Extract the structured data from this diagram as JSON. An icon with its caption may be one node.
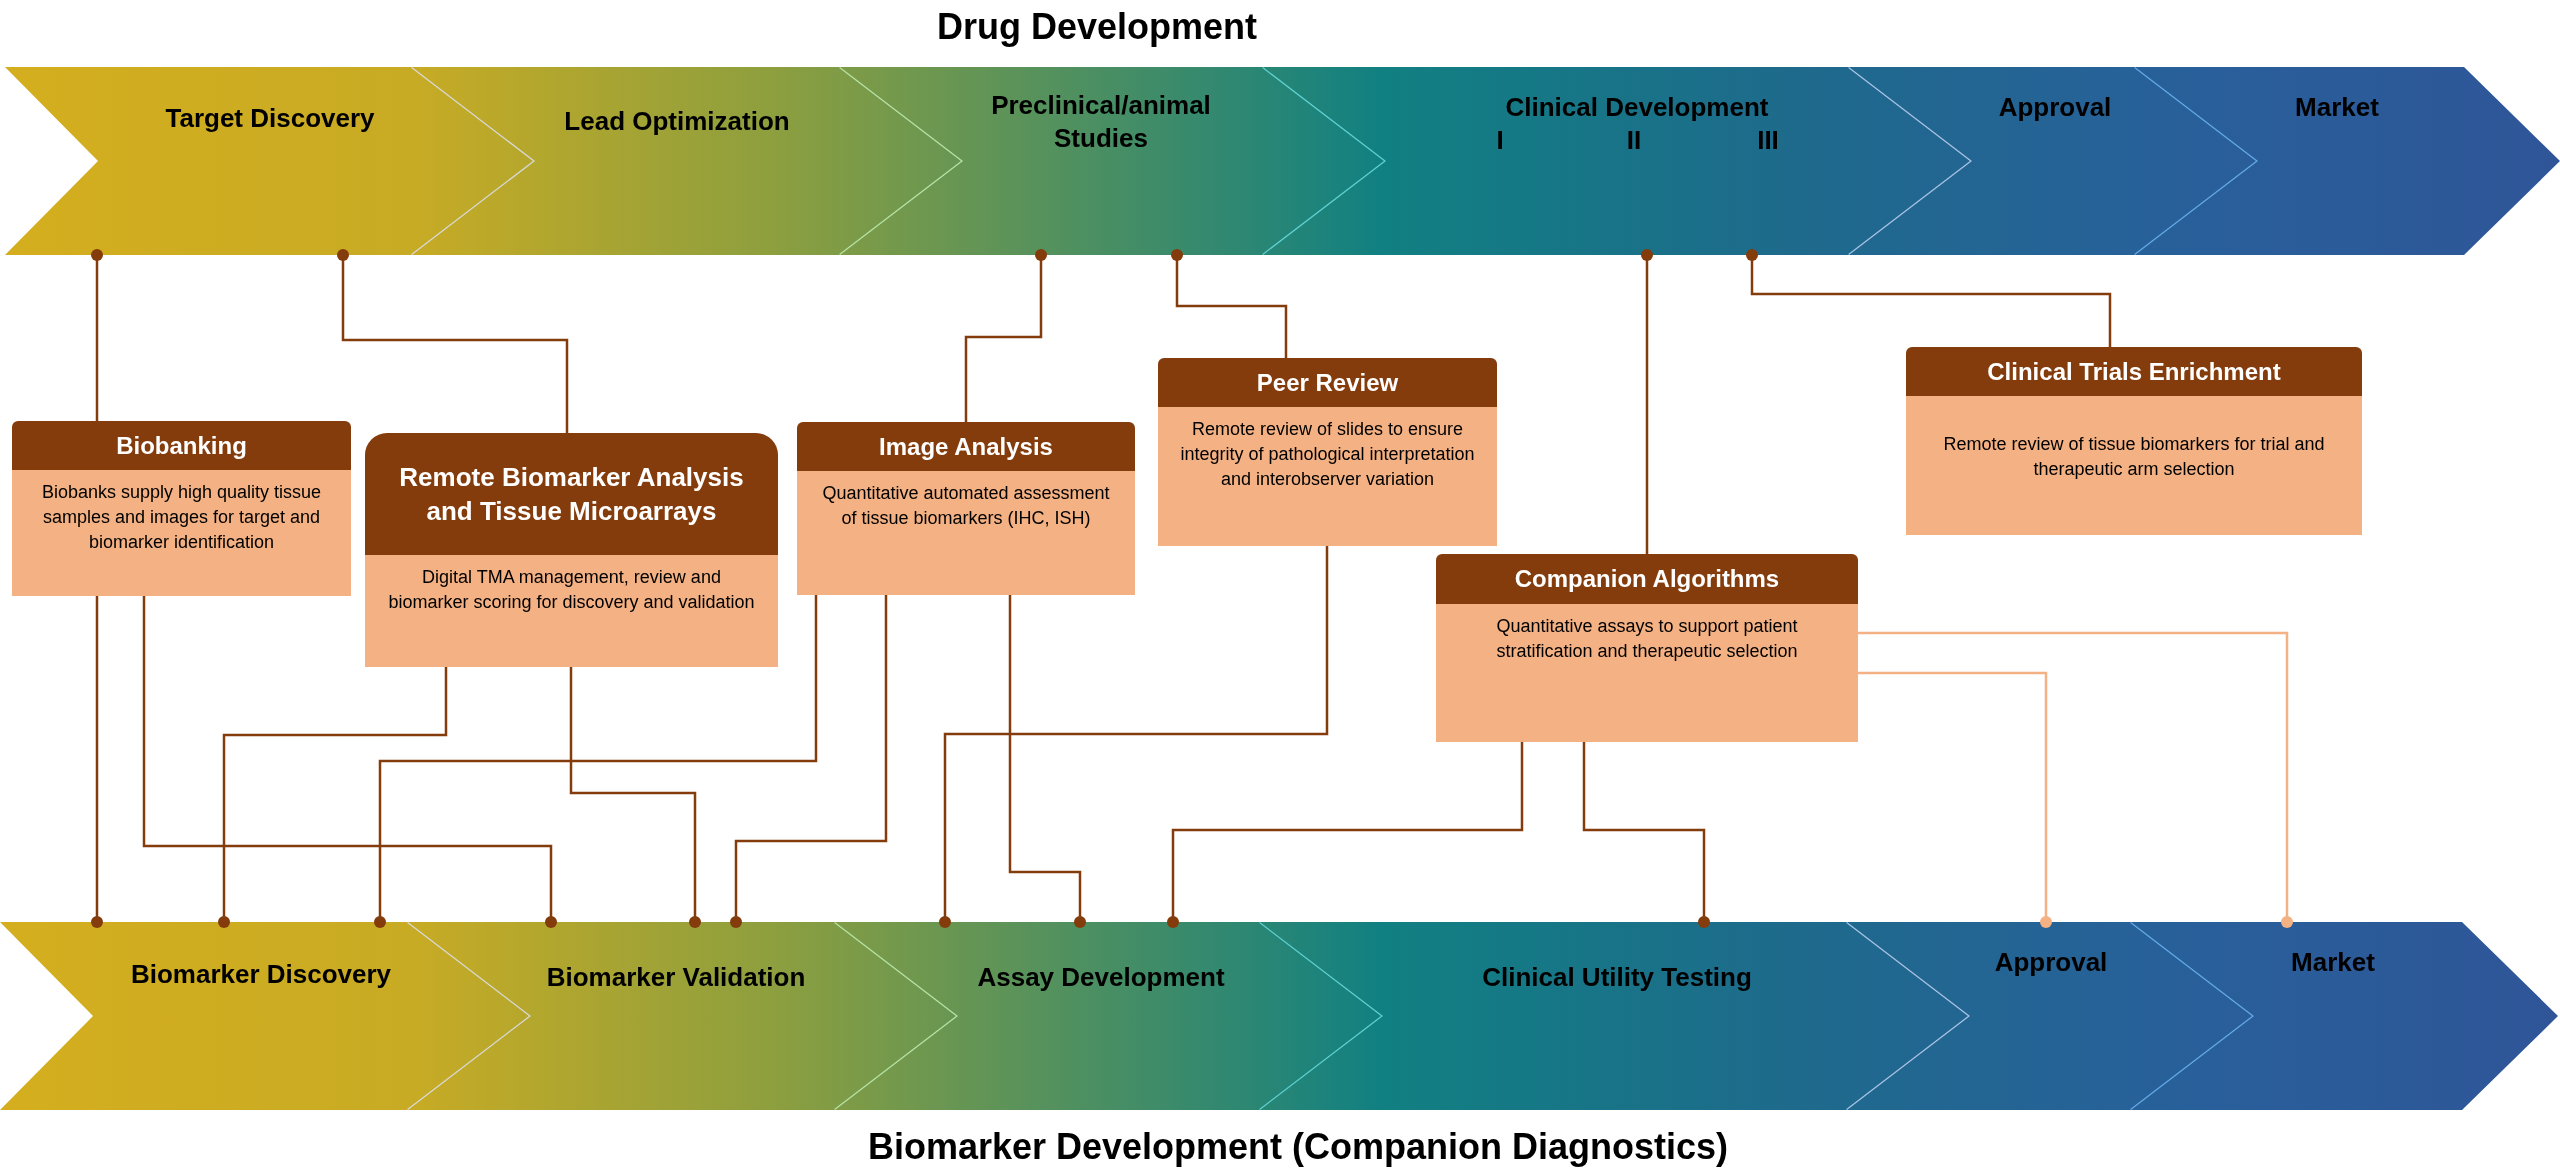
{
  "diagram": {
    "title": "Drug Development",
    "nodes": [
      {
        "text": [
          "Target Discovery"
        ]
      },
      {
        "text": [
          "Lead Optimization"
        ]
      },
      {
        "text": [
          "Preclinical/animal Studies"
        ]
      },
      {
        "text": [
          "Clinical Development",
          "I",
          "II",
          "III"
        ]
      },
      {
        "text": [
          "Approval"
        ]
      },
      {
        "text": [
          "Market"
        ]
      },
      {
        "text": [
          "Biobanking",
          "Biobanks supply high quality tissue samples and images for target and biomarker identification"
        ]
      },
      {
        "text": [
          "Remote Biomarker Analysis and Tissue Microarrays",
          "Digital TMA management, review and biomarker scoring for discovery and validation"
        ]
      },
      {
        "text": [
          "Image Analysis",
          "Quantitative automated assessment of tissue biomarkers (IHC, ISH)"
        ]
      },
      {
        "text": [
          "Peer Review",
          "Remote review of slides to ensure integrity of pathological interpretation and interobserver variation"
        ]
      },
      {
        "text": [
          "Companion Algorithms",
          "Quantitative assays to support patient stratification and therapeutic selection"
        ]
      },
      {
        "text": [
          "Clinical Trials Enrichment",
          "Remote review of tissue biomarkers for trial and therapeutic arm selection"
        ]
      },
      {
        "text": [
          "Biomarker Discovery"
        ]
      },
      {
        "text": [
          "Biomarker Validation"
        ]
      },
      {
        "text": [
          "Assay Development"
        ]
      },
      {
        "text": [
          "Clinical Utility Testing"
        ]
      },
      {
        "text": [
          "Approval"
        ]
      },
      {
        "text": [
          "Market"
        ]
      }
    ],
    "edges": [
      {
        "from": 6,
        "to": 0,
        "arrow": "other"
      },
      {
        "from": 7,
        "to": 0,
        "arrow": "other"
      },
      {
        "from": 8,
        "to": 2,
        "arrow": "other"
      },
      {
        "from": 9,
        "to": 2,
        "arrow": "other"
      },
      {
        "from": 10,
        "to": 3,
        "arrow": "other"
      },
      {
        "from": 11,
        "to": 3,
        "arrow": "other"
      },
      {
        "from": 6,
        "to": 12,
        "arrow": "other"
      },
      {
        "from": 6,
        "to": 13,
        "arrow": "other"
      },
      {
        "from": 7,
        "to": 12,
        "arrow": "other"
      },
      {
        "from": 7,
        "to": 13,
        "arrow": "other"
      },
      {
        "from": 8,
        "to": 12,
        "arrow": "other"
      },
      {
        "from": 8,
        "to": 13,
        "arrow": "other"
      },
      {
        "from": 8,
        "to": 14,
        "arrow": "other"
      },
      {
        "from": 9,
        "to": 14,
        "arrow": "other"
      },
      {
        "from": 10,
        "to": 14,
        "arrow": "other"
      },
      {
        "from": 10,
        "to": 15,
        "arrow": "other"
      },
      {
        "from": 10,
        "to": 16,
        "arrow": "other",
        "color": "#f4b183"
      },
      {
        "from": 10,
        "to": 17,
        "arrow": "other",
        "color": "#f4b183"
      }
    ],
    "labels": [
      "Biomarker Development (Companion Diagnostics)"
    ]
  }
}
